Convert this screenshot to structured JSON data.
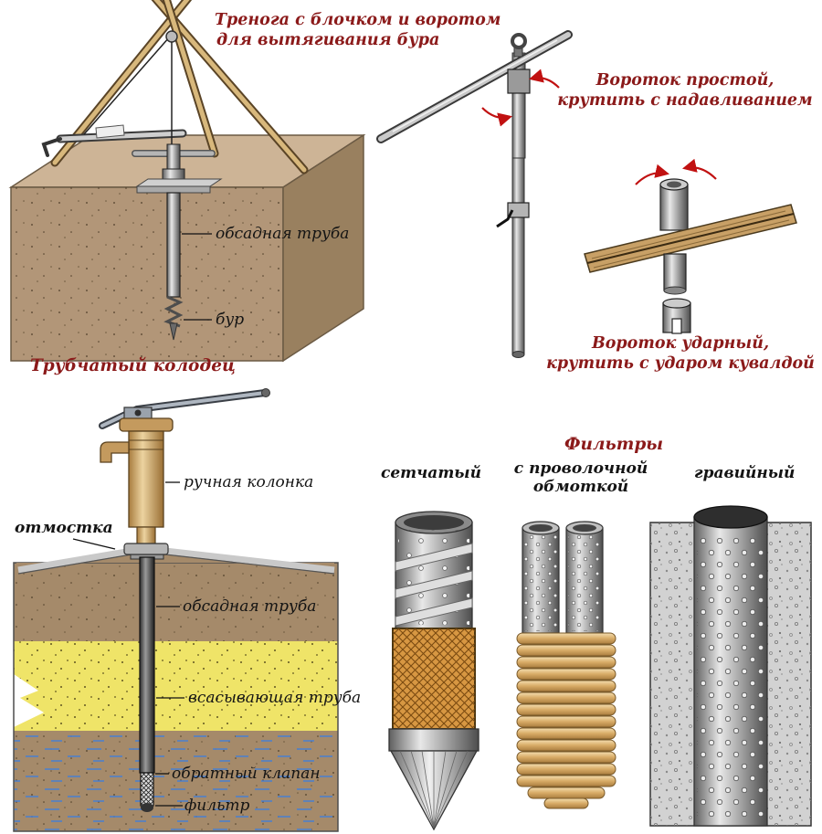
{
  "colors": {
    "title": "#8b1a1a",
    "label": "#141414",
    "arrow": "#c11111",
    "soil": "#a58a6a",
    "sand": "#efe468",
    "wood": "#c8a066"
  },
  "tripod": {
    "title_line1": "Тренога с блочком и воротом",
    "title_line2": "для вытягивания бура",
    "label_casing": "обсадная труба",
    "label_drill": "бур"
  },
  "simple_handle": {
    "title_line1": "Вороток простой,",
    "title_line2": "крутить с надавливанием"
  },
  "impact_handle": {
    "title_line1": "Вороток ударный,",
    "title_line2": "крутить с ударом кувалдой"
  },
  "well": {
    "title": "Трубчатый колодец",
    "label_pump": "ручная колонка",
    "label_apron": "отмостка",
    "label_casing": "обсадная труба",
    "label_suction": "всасывающая труба",
    "label_valve": "обратный клапан",
    "label_filter": "фильтр"
  },
  "filters": {
    "title": "Фильтры",
    "mesh_label": "сетчатый",
    "wire_label_line1": "с проволочной",
    "wire_label_line2": "обмоткой",
    "gravel_label": "гравийный"
  }
}
